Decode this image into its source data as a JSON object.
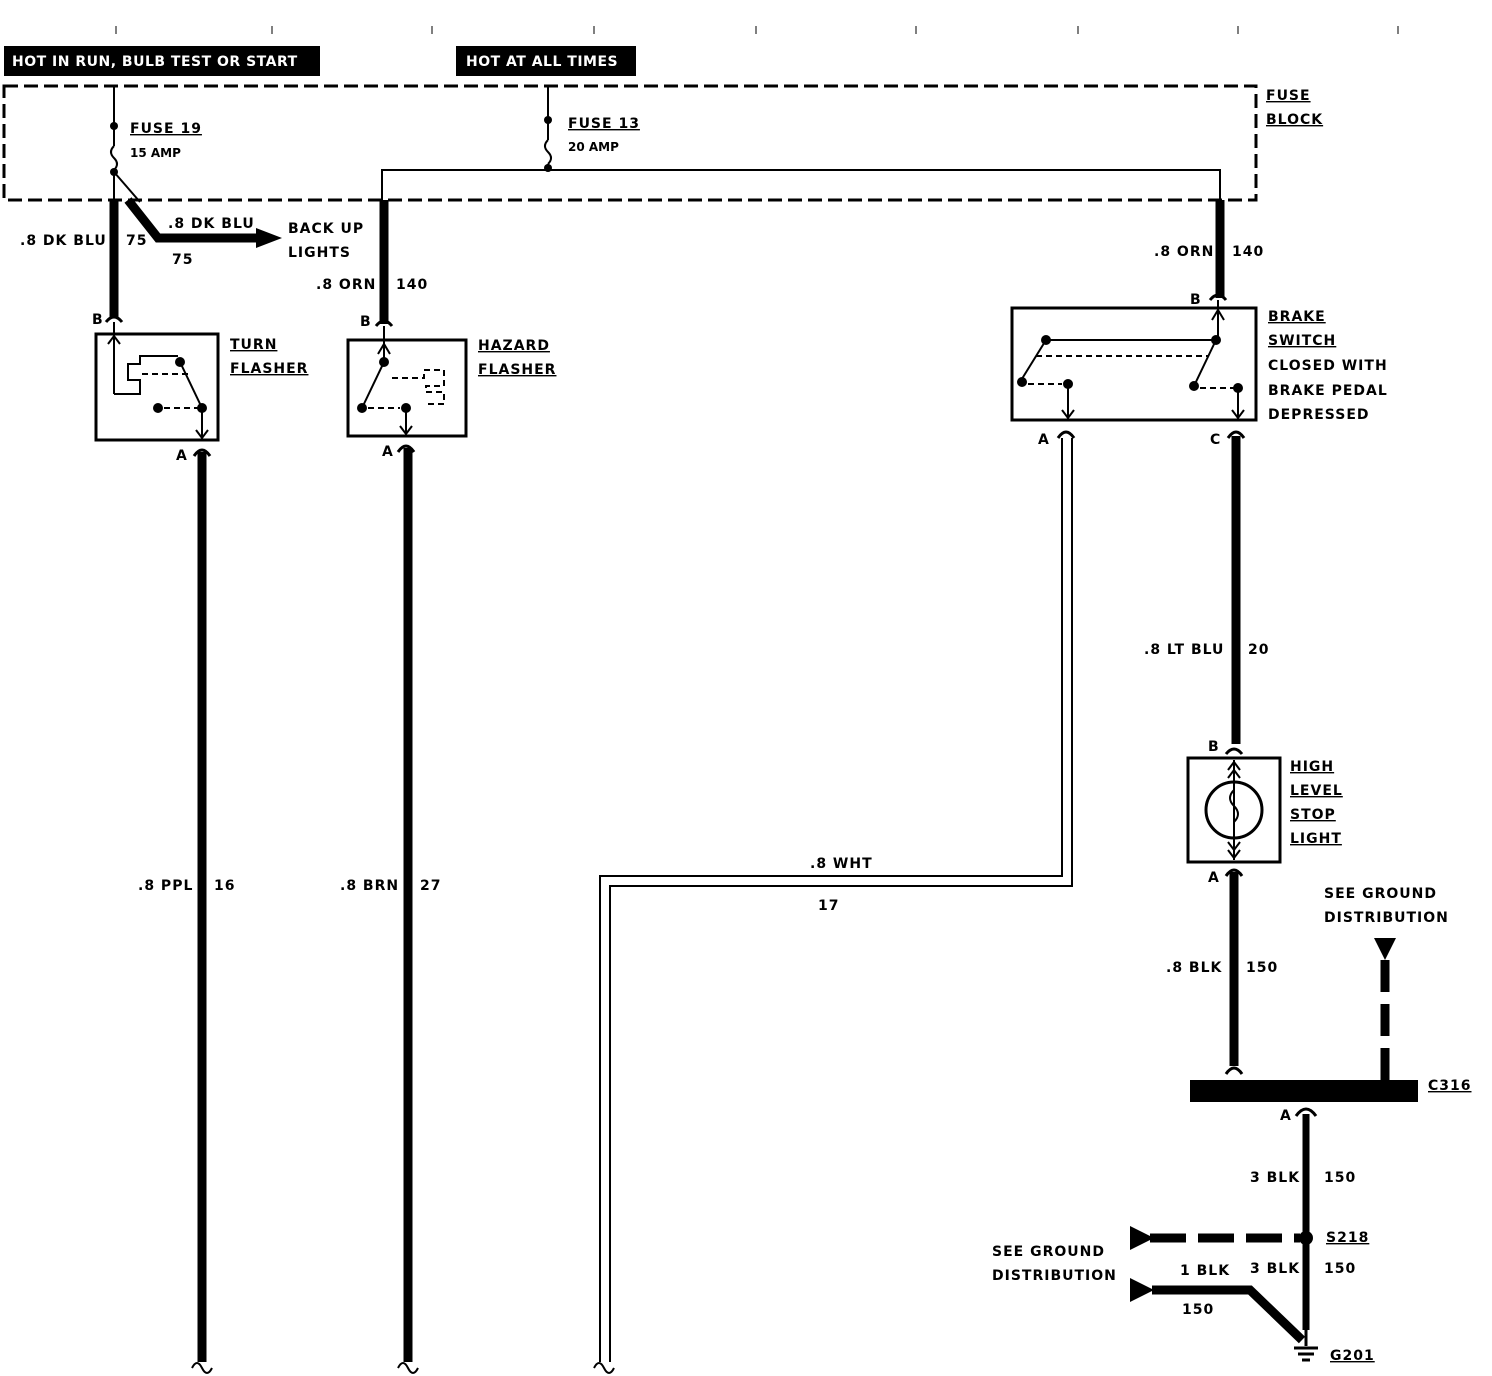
{
  "headers": {
    "hot_run": "HOT IN RUN, BULB TEST OR START",
    "hot_all": "HOT AT ALL TIMES"
  },
  "fuse_block": {
    "line1": "FUSE",
    "line2": "BLOCK"
  },
  "fuses": [
    {
      "name": "FUSE 19",
      "rating": "15 AMP"
    },
    {
      "name": "FUSE 13",
      "rating": "20 AMP"
    }
  ],
  "wires": {
    "dk_blu_left": {
      "size_color": ".8 DK BLU",
      "circuit": "75"
    },
    "dk_blu_branch": {
      "size_color": ".8 DK BLU",
      "circuit": "75"
    },
    "orn_hazard": {
      "size_color": ".8 ORN",
      "circuit": "140"
    },
    "orn_brake": {
      "size_color": ".8 ORN",
      "circuit": "140"
    },
    "ppl": {
      "size_color": ".8 PPL",
      "circuit": "16"
    },
    "brn": {
      "size_color": ".8 BRN",
      "circuit": "27"
    },
    "wht": {
      "size_color": ".8 WHT",
      "circuit": "17"
    },
    "lt_blu": {
      "size_color": ".8 LT BLU",
      "circuit": "20"
    },
    "blk_08": {
      "size_color": ".8 BLK",
      "circuit": "150"
    },
    "blk_3_upper": {
      "size_color": "3 BLK",
      "circuit": "150"
    },
    "blk_3_lower": {
      "size_color": "3 BLK",
      "circuit": "150"
    },
    "blk_1": {
      "size_color": "1 BLK",
      "circuit": "150"
    }
  },
  "back_up_lights": {
    "line1": "BACK UP",
    "line2": "LIGHTS"
  },
  "components": {
    "turn_flasher": {
      "line1": "TURN",
      "line2": "FLASHER"
    },
    "hazard_flasher": {
      "line1": "HAZARD",
      "line2": "FLASHER"
    },
    "brake_switch": {
      "line1": "BRAKE",
      "line2": "SWITCH",
      "line3": "CLOSED WITH",
      "line4": "BRAKE PEDAL",
      "line5": "DEPRESSED"
    },
    "stop_light": {
      "line1": "HIGH",
      "line2": "LEVEL",
      "line3": "STOP",
      "line4": "LIGHT"
    }
  },
  "terminals": {
    "a": "A",
    "b": "B",
    "c": "C"
  },
  "connectors": {
    "c316": "C316",
    "s218": "S218",
    "g201": "G201"
  },
  "ground_refs": {
    "upper": {
      "line1": "SEE GROUND",
      "line2": "DISTRIBUTION"
    },
    "lower": {
      "line1": "SEE GROUND",
      "line2": "DISTRIBUTION"
    }
  }
}
